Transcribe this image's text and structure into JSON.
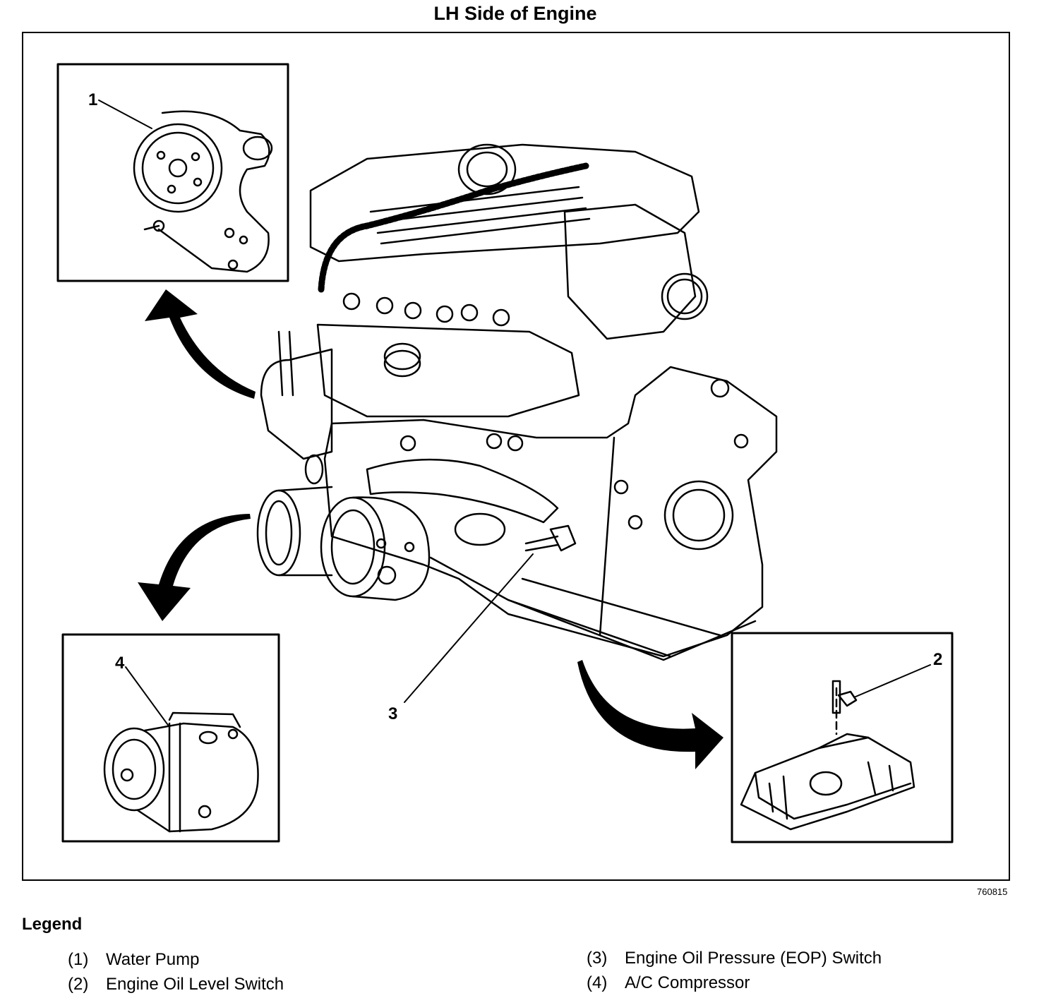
{
  "title": "LH Side of Engine",
  "figure_number": "760815",
  "callouts": [
    "1",
    "2",
    "3",
    "4"
  ],
  "legend": {
    "heading": "Legend",
    "items": [
      {
        "num": "(1)",
        "label": "Water Pump"
      },
      {
        "num": "(2)",
        "label": "Engine Oil Level Switch"
      },
      {
        "num": "(3)",
        "label": "Engine Oil Pressure (EOP) Switch"
      },
      {
        "num": "(4)",
        "label": "A/C Compressor"
      }
    ]
  },
  "colors": {
    "line": "#000000",
    "background": "#ffffff"
  }
}
